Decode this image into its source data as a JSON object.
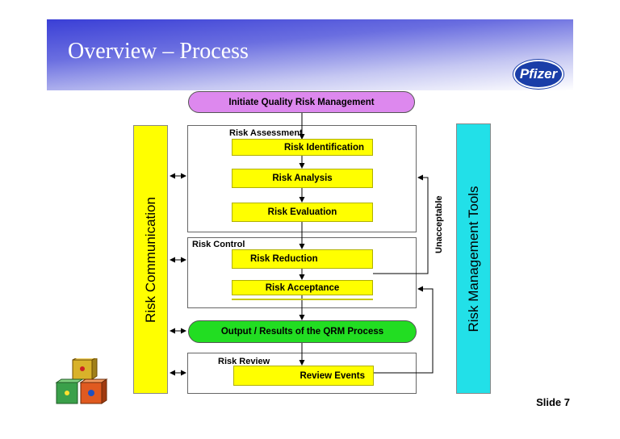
{
  "slide": {
    "title": "Overview – Process",
    "logo_text": "Pfizer",
    "number_label": "Slide 7"
  },
  "diagram": {
    "initiate": "Initiate Quality Risk Management",
    "assessment": {
      "label": "Risk Assessment",
      "steps": [
        "Risk Identification",
        "Risk Analysis",
        "Risk Evaluation"
      ]
    },
    "control": {
      "label": "Risk Control",
      "steps": [
        "Risk Reduction",
        "Risk Acceptance"
      ]
    },
    "output": "Output / Results of the QRM Process",
    "review": {
      "label": "Risk Review",
      "steps": [
        "Review Events"
      ]
    },
    "feedback_label": "Unacceptable",
    "left_bar": "Risk Communication",
    "right_bar": "Risk Management Tools"
  },
  "colors": {
    "initiate_fill": "#dd88ee",
    "step_fill": "#ffff00",
    "output_fill": "#22dd22",
    "left_bar_fill": "#ffff00",
    "right_bar_fill": "#22e0e8",
    "banner": "#3a3fd6"
  },
  "icons": [
    "toy-blocks-icon"
  ]
}
